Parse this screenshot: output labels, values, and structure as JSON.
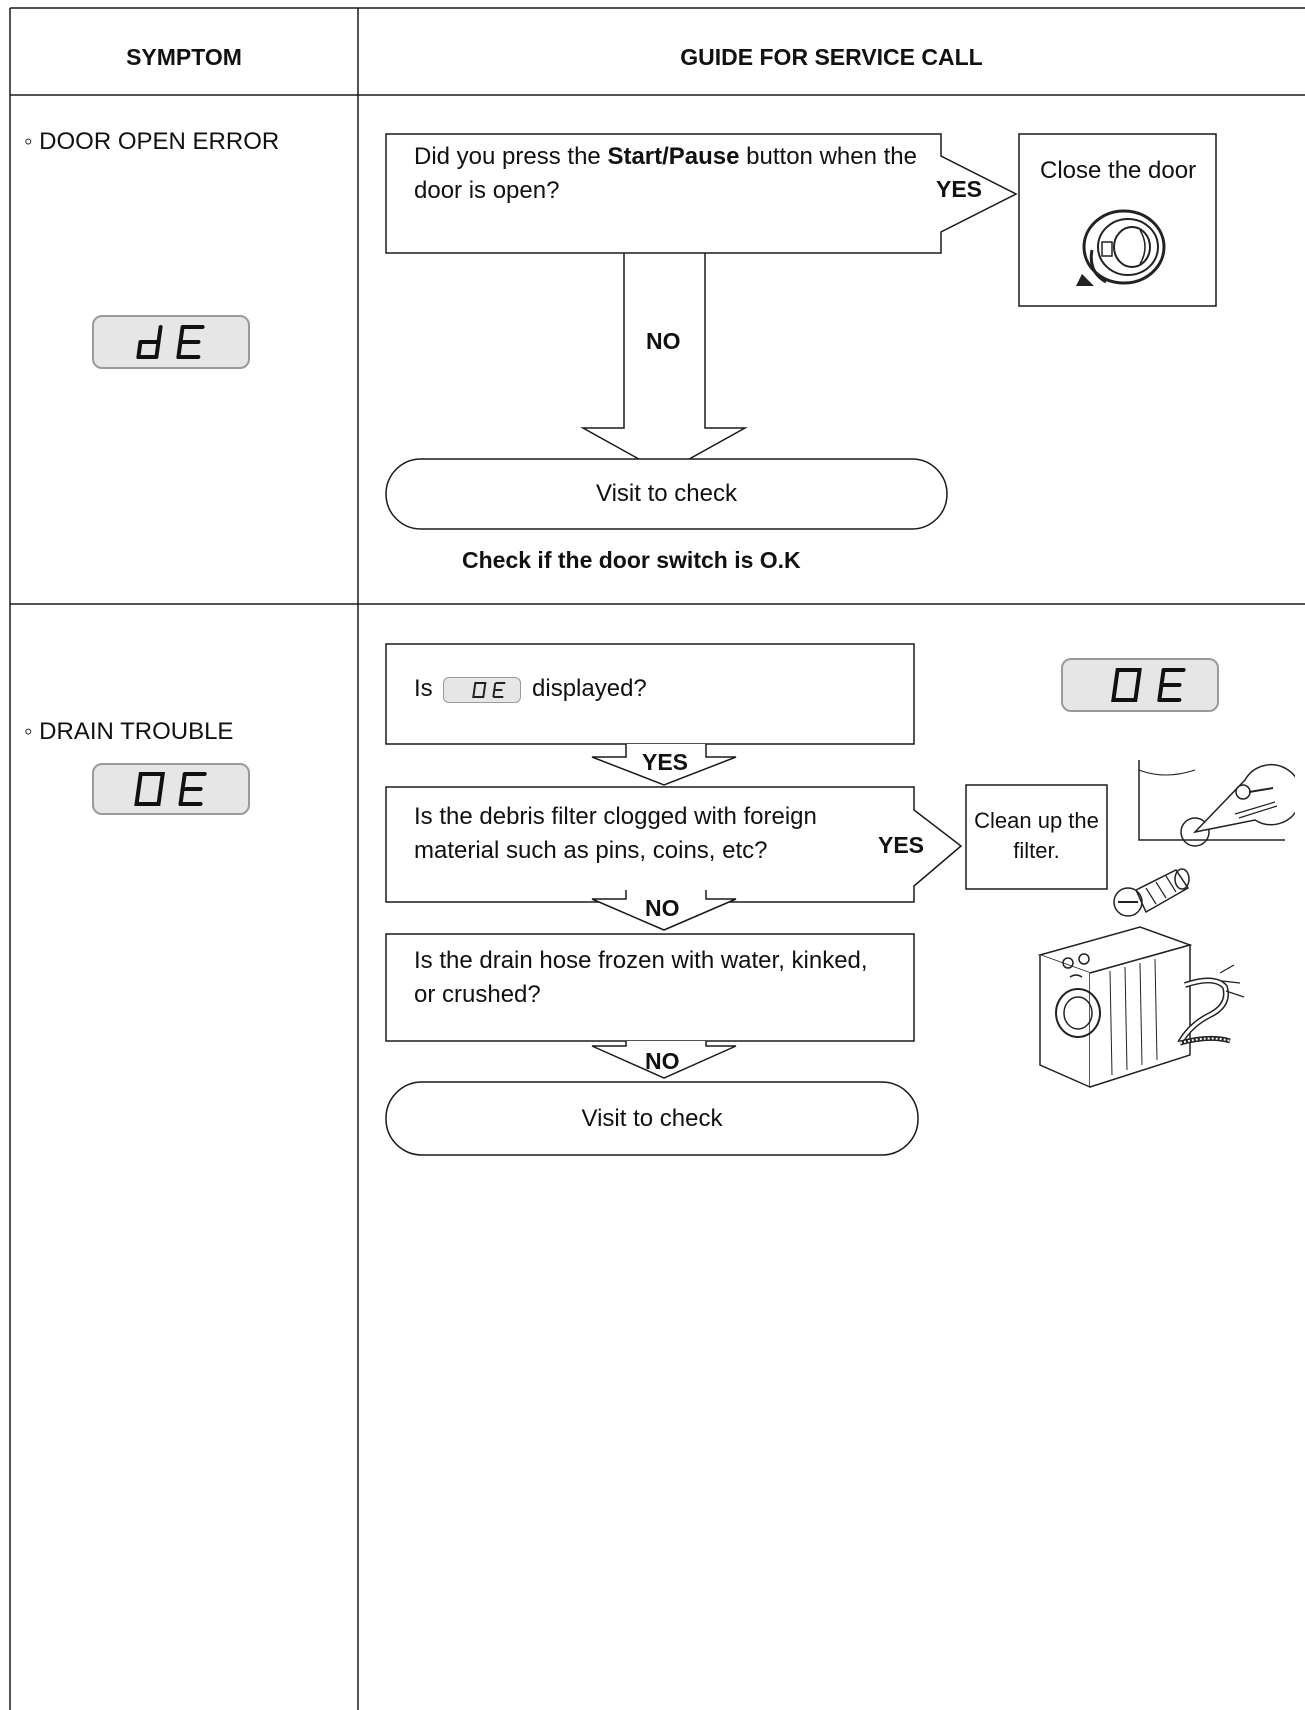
{
  "header": {
    "symptom": "SYMPTOM",
    "guide": "GUIDE FOR SERVICE CALL"
  },
  "door": {
    "symptom": "◦ DOOR OPEN ERROR",
    "display_code": "dE",
    "question_pre": "Did you press the ",
    "question_bold": "Start/Pause",
    "question_post": " button when the door is open?",
    "yes": "YES",
    "no": "NO",
    "action": "Close the door",
    "visit": "Visit to check",
    "note": "Check if the door switch is O.K"
  },
  "drain": {
    "symptom": "◦ DRAIN TROUBLE",
    "display_code": "OE",
    "q1_pre": "Is",
    "q1_post": "displayed?",
    "q1_code": "OE",
    "yes1": "YES",
    "q2": "Is the debris filter clogged with foreign material such as pins, coins, etc?",
    "yes2": "YES",
    "action": "Clean up the filter.",
    "no1": "NO",
    "q3": "Is the drain hose frozen with water,  kinked, or crushed?",
    "no2": "NO",
    "visit": "Visit to check",
    "right_display_code": "OE"
  },
  "colors": {
    "line": "#1a1a1a",
    "display_fill": "#e6e6e6",
    "display_border": "#9a9a9a"
  }
}
